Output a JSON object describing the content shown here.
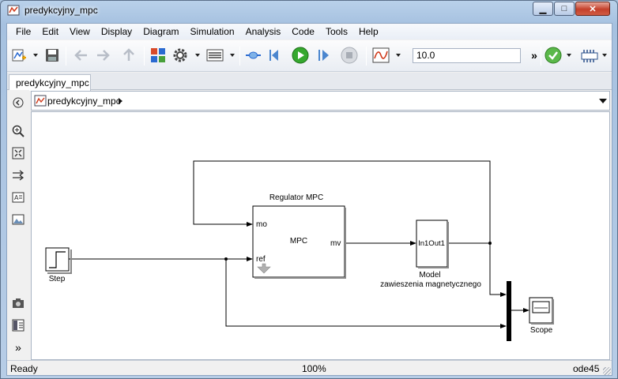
{
  "window": {
    "title": "predykcyjny_mpc"
  },
  "menu": [
    "File",
    "Edit",
    "View",
    "Display",
    "Diagram",
    "Simulation",
    "Analysis",
    "Code",
    "Tools",
    "Help"
  ],
  "toolbar": {
    "stop_time": "10.0"
  },
  "tab": {
    "label": "predykcyjny_mpc"
  },
  "address": {
    "path": "predykcyjny_mpc"
  },
  "diagram": {
    "step": {
      "label": "Step"
    },
    "mpc": {
      "title": "Regulator MPC",
      "center": "MPC",
      "port_mo": "mo",
      "port_ref": "ref",
      "port_mv": "mv"
    },
    "model": {
      "ports": "In1Out1",
      "label_line1": "Model",
      "label_line2": "zawieszenia magnetycznego"
    },
    "scope": {
      "label": "Scope"
    }
  },
  "status": {
    "ready": "Ready",
    "zoom": "100%",
    "solver": "ode45"
  }
}
